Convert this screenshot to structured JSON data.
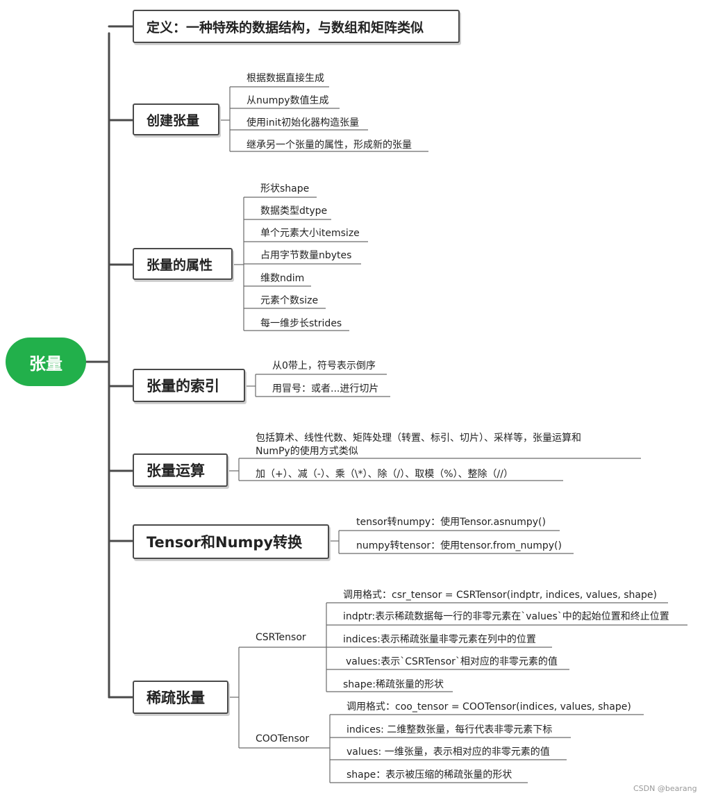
{
  "root": "张量",
  "definition": "定义：一种特殊的数据结构，与数组和矩阵类似",
  "branches": [
    {
      "title": "创建张量",
      "items": [
        "根据数据直接生成",
        "从numpy数值生成",
        "使用init初始化器构造张量",
        "继承另一个张量的属性，形成新的张量"
      ]
    },
    {
      "title": "张量的属性",
      "items": [
        "形状shape",
        "数据类型dtype",
        "单个元素大小itemsize",
        "占用字节数量nbytes",
        "维数ndim",
        "元素个数size",
        "每一维步长strides"
      ]
    },
    {
      "title": "张量的索引",
      "items": [
        "从0带上，符号表示倒序",
        "用冒号：或者...进行切片"
      ]
    },
    {
      "title": "张量运算",
      "items": [
        "包括算术、线性代数、矩阵处理（转置、标引、切片）、采样等，张量运算和",
        "NumPy的使用方式类似",
        "加（+）、减（-）、乘（\\*）、除（/）、取模（%）、整除（//）"
      ]
    },
    {
      "title": "Tensor和Numpy转换",
      "items": [
        "tensor转numpy：使用Tensor.asnumpy()",
        "numpy转tensor：使用tensor.from_numpy()"
      ]
    },
    {
      "title": "稀疏张量",
      "subgroups": [
        {
          "name": "CSRTensor",
          "items": [
            "调用格式：csr_tensor = CSRTensor(indptr, indices, values, shape)",
            "indptr:表示稀疏数据每一行的非零元素在`values`中的起始位置和终止位置",
            "indices:表示稀疏张量非零元素在列中的位置",
            "values:表示`CSRTensor`相对应的非零元素的值",
            "shape:稀疏张量的形状"
          ]
        },
        {
          "name": "COOTensor",
          "items": [
            "调用格式：coo_tensor = COOTensor(indices, values, shape)",
            "indices: 二维整数张量，每行代表非零元素下标",
            "values: 一维张量，表示相对应的非零元素的值",
            "shape：表示被压缩的稀疏张量的形状"
          ]
        }
      ]
    }
  ],
  "watermark": "CSDN @bearang",
  "colors": {
    "root": "#22b04b",
    "line": "#4a4a4a",
    "leaf_line": "#6a6a6a"
  }
}
